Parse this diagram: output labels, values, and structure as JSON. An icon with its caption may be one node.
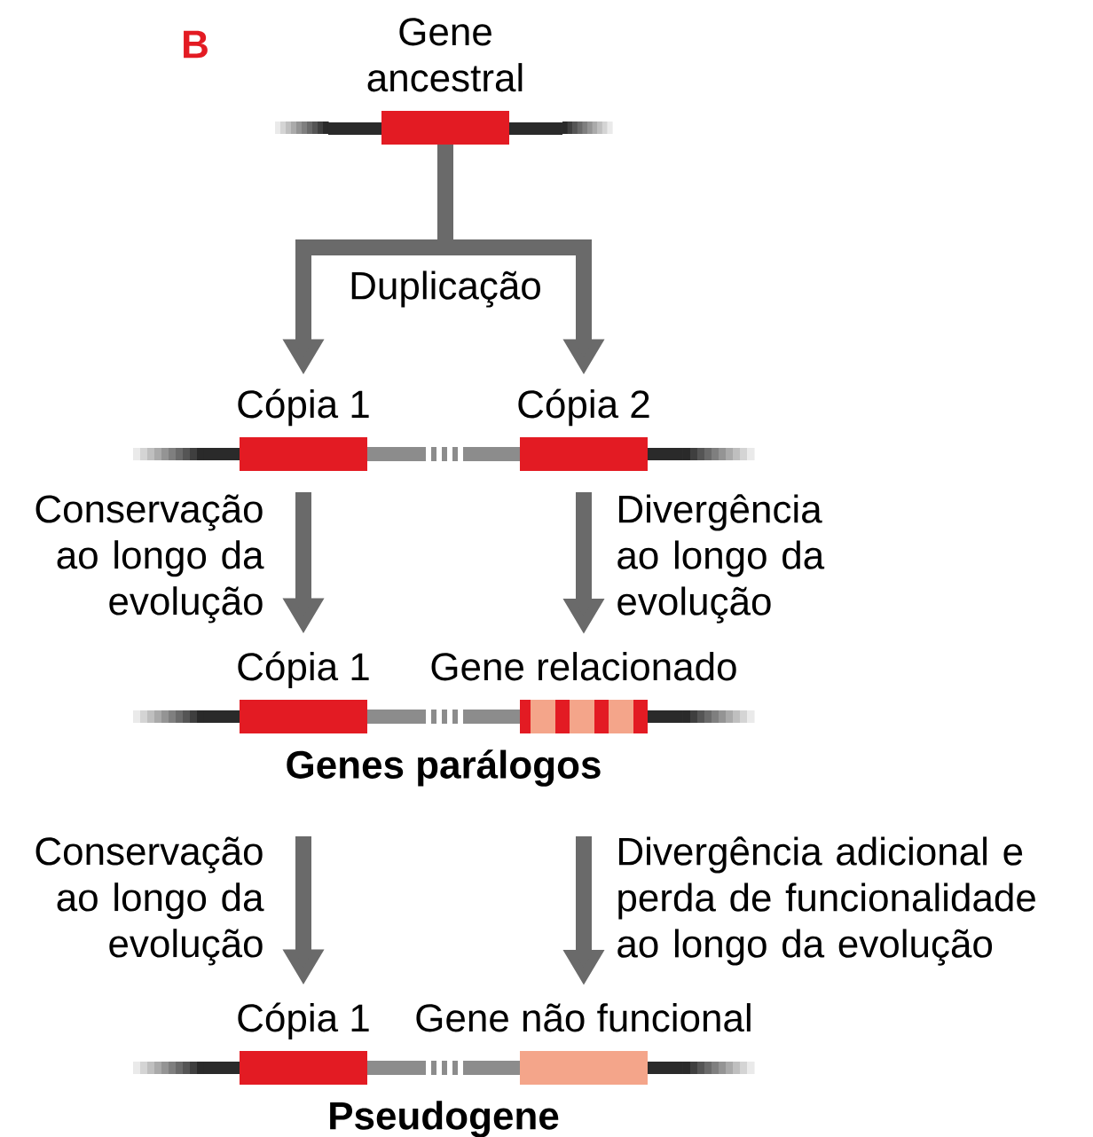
{
  "diagram": {
    "nodes": [
      {
        "text": [
          "Gene ancestral"
        ]
      },
      {
        "text": [
          "Cópia 1"
        ]
      },
      {
        "text": [
          "Cópia 2"
        ]
      },
      {
        "text": [
          "Cópia 1"
        ]
      },
      {
        "text": [
          "Gene relacionado"
        ]
      },
      {
        "text": [
          "Cópia 1"
        ]
      },
      {
        "text": [
          "Gene não funcional"
        ]
      }
    ],
    "edges": [
      {
        "from": 0,
        "to": 1,
        "arrow": "to",
        "label": "Duplicação"
      },
      {
        "from": 0,
        "to": 2,
        "arrow": "to"
      },
      {
        "from": 1,
        "to": 3,
        "arrow": "to",
        "label": "Conservação ao longo da evolução"
      },
      {
        "from": 2,
        "to": 4,
        "arrow": "to",
        "label": "Divergência ao longo da evolução"
      },
      {
        "from": 3,
        "to": 5,
        "arrow": "to",
        "label": "Conservação ao longo da evolução"
      },
      {
        "from": 4,
        "to": 6,
        "arrow": "to",
        "label": "Divergência adicional e perda de funcionalidade ao longo da evolução"
      }
    ],
    "labels": [
      "B",
      "Genes parálogos",
      "Pseudogene"
    ]
  }
}
